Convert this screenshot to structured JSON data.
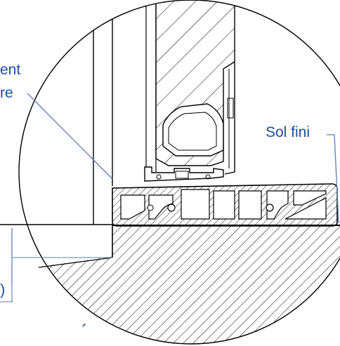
{
  "labels": {
    "cut_top_line": "ent",
    "cut_bottom_line": "re",
    "finished_floor": "Sol fini",
    "paren_fragment": ")",
    "accent_fragment": "´"
  },
  "colors": {
    "label_text": "#1f4fa3",
    "callout_line": "#5b7fb8",
    "drawing_line": "#000000",
    "hatch_line": "#000000",
    "background": "#ffffff"
  }
}
